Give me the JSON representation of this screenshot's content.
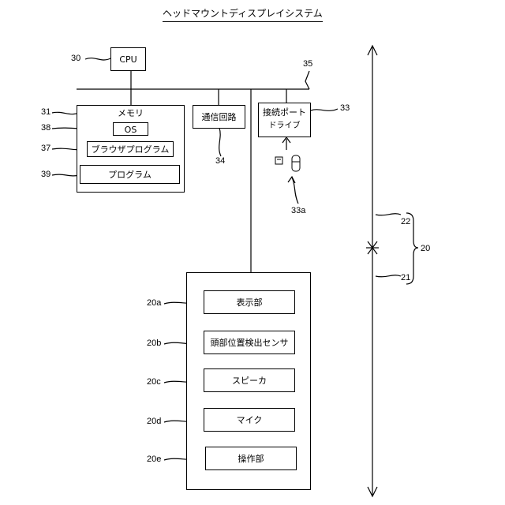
{
  "title": "ヘッドマウントディスプレイシステム",
  "system": {
    "cpu": "CPU",
    "memory": "メモリ",
    "os": "OS",
    "browser_program": "ブラウザプログラム",
    "program": "プログラム",
    "comm_circuit": "通信回路",
    "connection_port": "接続ポート",
    "drive": "ドライブ"
  },
  "hmd": {
    "display": "表示部",
    "head_sensor": "頭部位置検出センサ",
    "speaker": "スピーカ",
    "mic": "マイク",
    "operation": "操作部"
  },
  "refs": {
    "r30": "30",
    "r31": "31",
    "r38": "38",
    "r37": "37",
    "r39": "39",
    "r34": "34",
    "r35": "35",
    "r33": "33",
    "r33a": "33a",
    "r22": "22",
    "r21": "21",
    "r20": "20",
    "r20a": "20a",
    "r20b": "20b",
    "r20c": "20c",
    "r20d": "20d",
    "r20e": "20e"
  }
}
